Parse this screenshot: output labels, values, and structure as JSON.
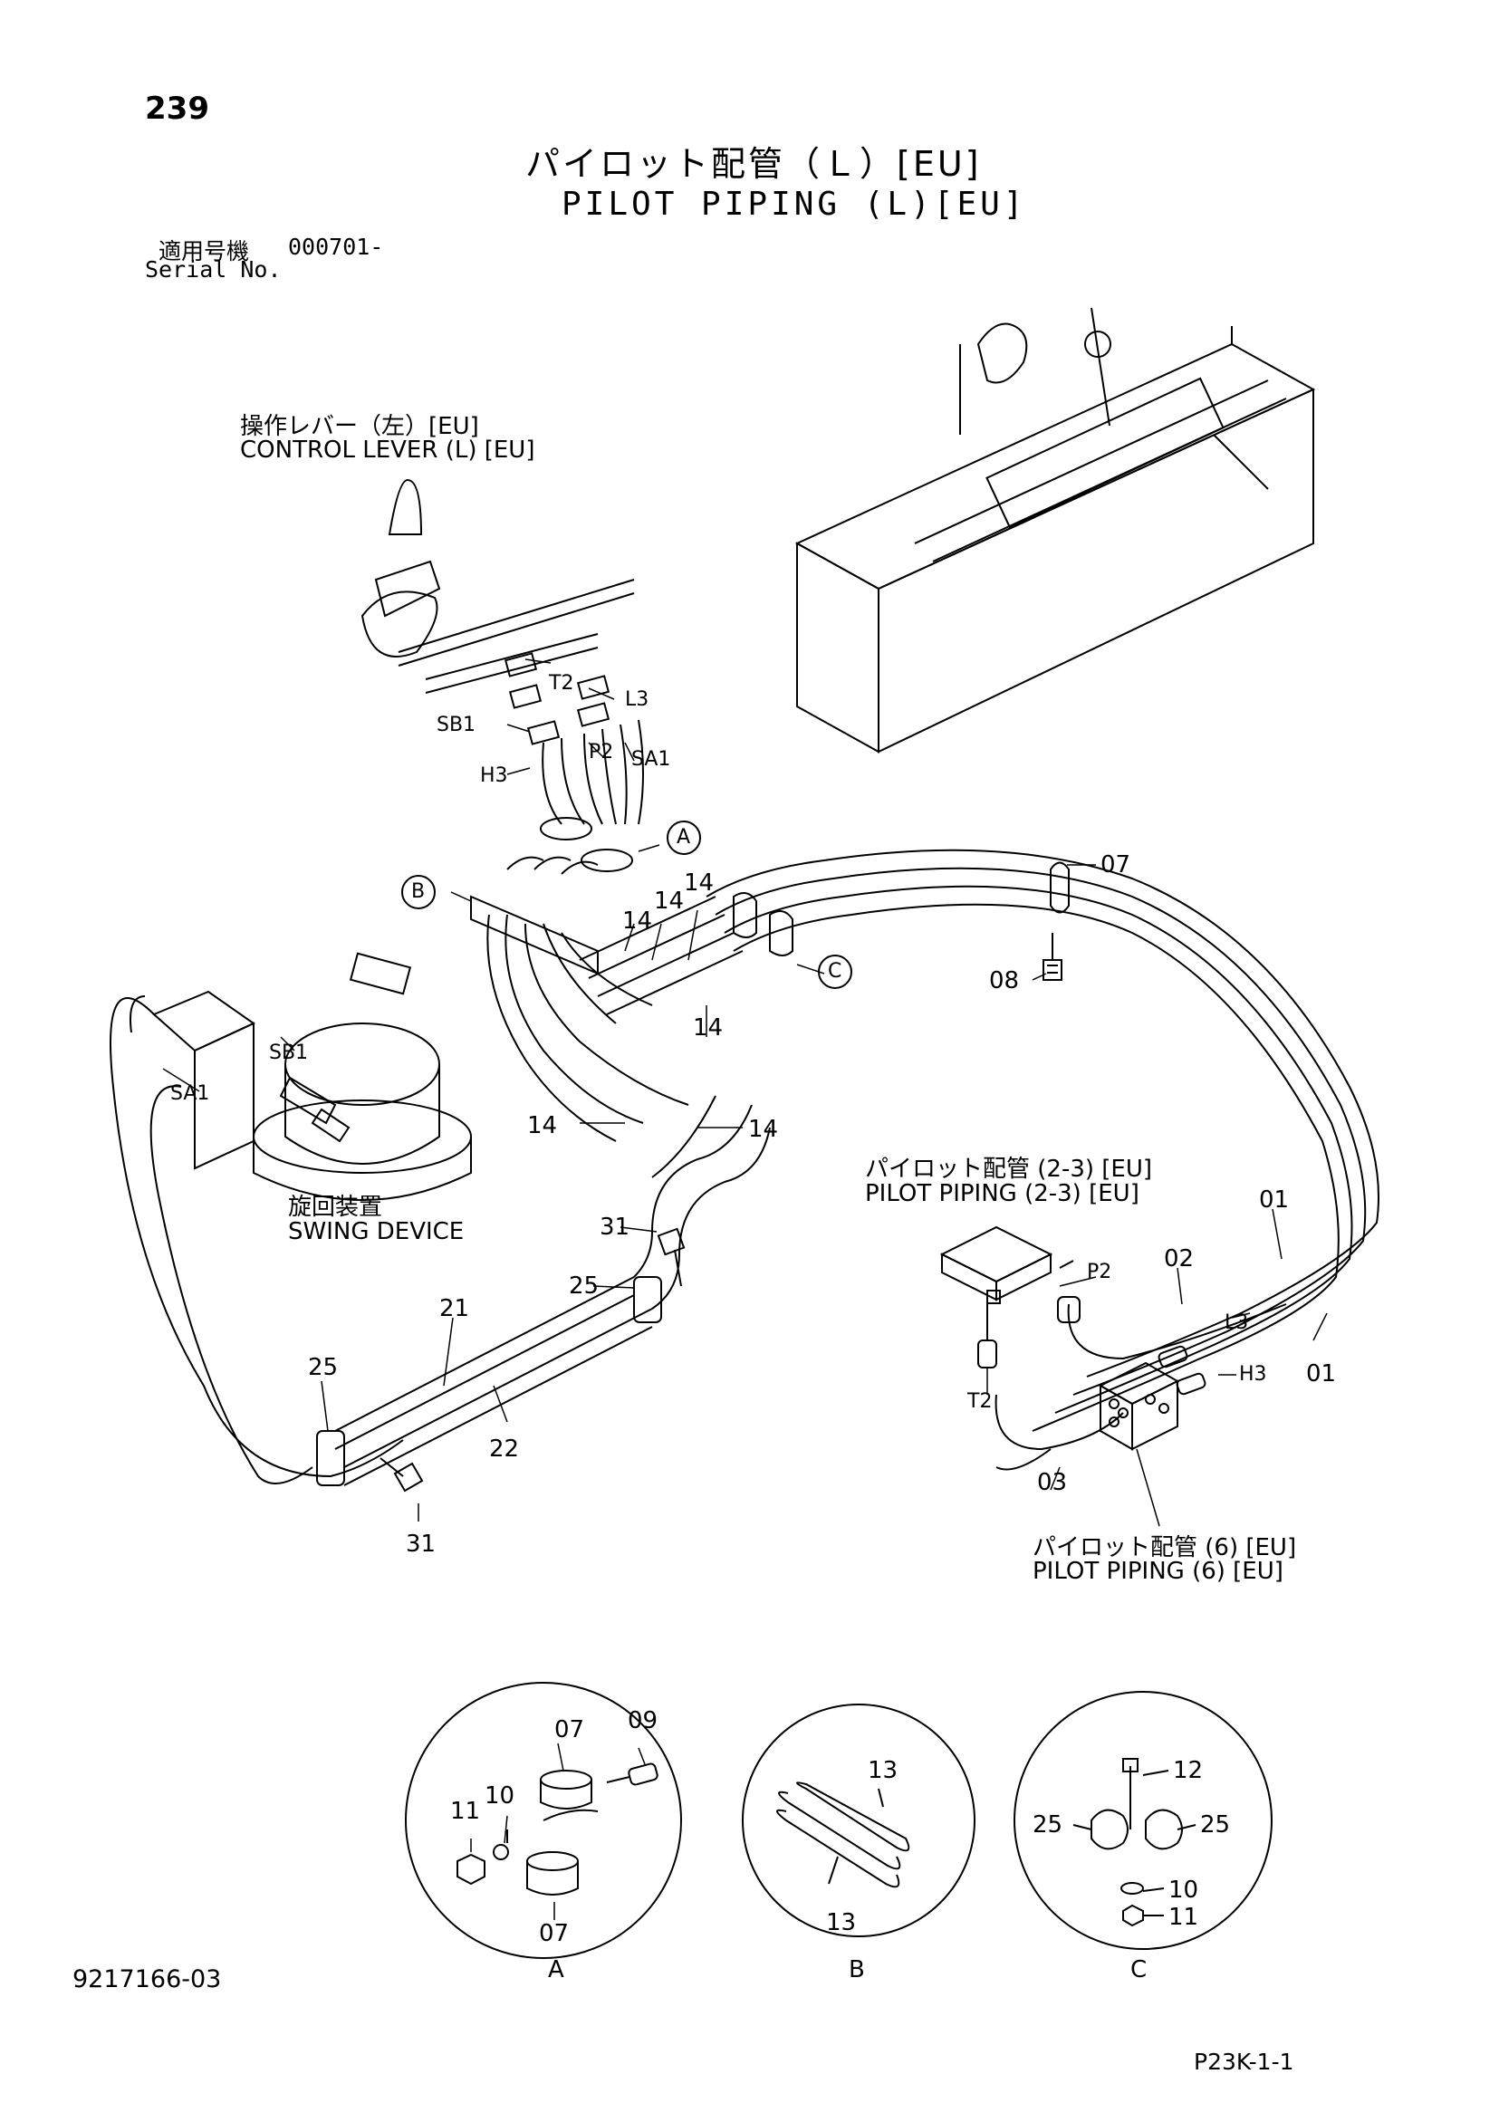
{
  "header": {
    "page_number": "239",
    "title_jp": "パイロット配管（Ｌ）[EU]",
    "title_en": "PILOT PIPING (L)[EU]",
    "serial_label_jp": "適用号機",
    "serial_label_en": "Serial No.",
    "serial_value": "000701-"
  },
  "labels": {
    "control_lever_jp": "操作レバー（左）[EU]",
    "control_lever_en": "CONTROL LEVER (L) [EU]",
    "swing_device_jp": "旋回装置",
    "swing_device_en": "SWING DEVICE",
    "pilot_piping_23_jp": "パイロット配管 (2-3) [EU]",
    "pilot_piping_23_en": "PILOT PIPING (2-3) [EU]",
    "pilot_piping_6_jp": "パイロット配管 (6) [EU]",
    "pilot_piping_6_en": "PILOT PIPING (6) [EU]"
  },
  "ports": {
    "t2": "T2",
    "l3": "L3",
    "sb1": "SB1",
    "p2": "P2",
    "sa1": "SA1",
    "h3": "H3"
  },
  "callouts": {
    "a": "A",
    "b": "B",
    "c": "C"
  },
  "part_numbers": {
    "p01": "01",
    "p02": "02",
    "p03": "03",
    "p07": "07",
    "p08": "08",
    "p09": "09",
    "p10": "10",
    "p11": "11",
    "p12": "12",
    "p13": "13",
    "p14": "14",
    "p21": "21",
    "p22": "22",
    "p25": "25",
    "p31": "31"
  },
  "details": {
    "a_label": "A",
    "b_label": "B",
    "c_label": "C"
  },
  "footer": {
    "doc_number": "9217166-03",
    "page_ref": "P23K-1-1"
  }
}
